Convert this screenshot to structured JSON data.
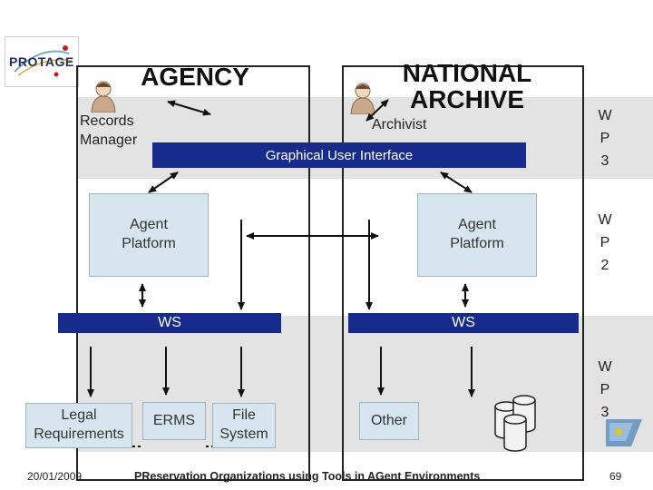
{
  "logo": {
    "text": "PROTAGE"
  },
  "agency": {
    "title": "AGENCY",
    "person_label_line1": "Records",
    "person_label_line2": "Manager"
  },
  "national_archive": {
    "title_line1": "NATIONAL",
    "title_line2": "ARCHIVE",
    "person_label": "Archivist"
  },
  "gui_bar": "Graphical User Interface",
  "agent_platform_left": {
    "line1": "Agent",
    "line2": "Platform"
  },
  "agent_platform_right": {
    "line1": "Agent",
    "line2": "Platform"
  },
  "ws_left": "WS",
  "ws_right": "WS",
  "work_packages": [
    {
      "letters": [
        "W",
        "P",
        "3"
      ]
    },
    {
      "letters": [
        "W",
        "P",
        "2"
      ]
    },
    {
      "letters": [
        "W",
        "P",
        "3"
      ]
    }
  ],
  "bottom_boxes": {
    "legal": {
      "line1": "Legal",
      "line2": "Requirements"
    },
    "erms": "ERMS",
    "file_system": {
      "line1": "File",
      "line2": "System"
    },
    "other": "Other"
  },
  "footer": {
    "date": "20/01/2009",
    "title": "PReservation Organizations using Tools in AGent Environments",
    "page": "69"
  },
  "colors": {
    "navy": "#162b8c",
    "band": "#e3e3e3",
    "box": "#d7e5ee"
  }
}
